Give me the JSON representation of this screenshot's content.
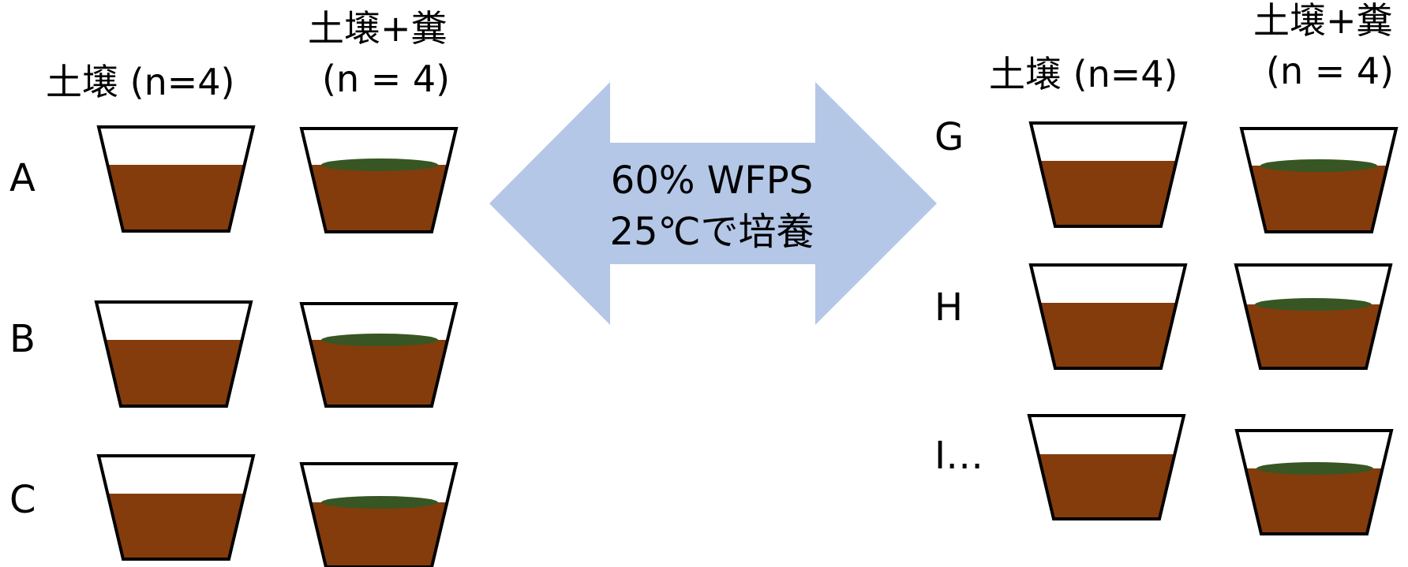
{
  "left_group": {
    "col_soil_label": "土壌 (n=4)",
    "col_mix_label_line1": "土壌+糞",
    "col_mix_label_line2": "(n = 4)",
    "rows": [
      "A",
      "B",
      "C"
    ]
  },
  "right_group": {
    "col_soil_label": "土壌 (n=4)",
    "col_mix_label_line1": "土壌+糞",
    "col_mix_label_line2": "(n = 4)",
    "rows": [
      "G",
      "H",
      "I…"
    ]
  },
  "arrow": {
    "line1": "60% WFPS",
    "line2": "25℃で培養"
  },
  "colors": {
    "soil": "#843c0c",
    "manure": "#375623",
    "arrow_fill": "#b4c7e7",
    "cup_outline": "#000000"
  }
}
